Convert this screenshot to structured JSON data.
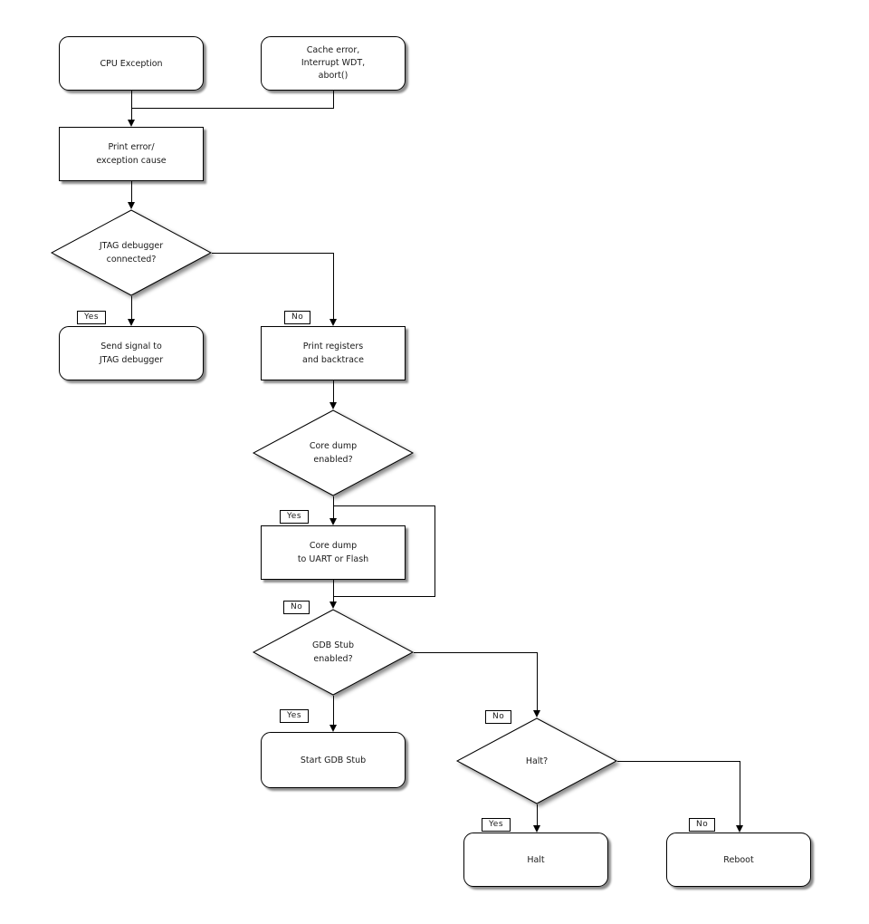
{
  "diagram": {
    "kind": "flowchart",
    "background": "#ffffff",
    "colors": {
      "node_fill": "#ffffff",
      "node_border": "#000000",
      "edge_line": "#000000",
      "text": "#1a1a1a",
      "shadow": "rgba(0,0,0,0.45)"
    },
    "labels": {
      "yes": "Yes",
      "no": "No"
    },
    "nodes": {
      "cpu_exception": {
        "shape": "rounded-rect",
        "lines": [
          "CPU Exception"
        ]
      },
      "cache_error": {
        "shape": "rounded-rect",
        "lines": [
          "Cache error,",
          "Interrupt WDT,",
          "abort()"
        ]
      },
      "print_error": {
        "shape": "rect",
        "lines": [
          "Print error/",
          "exception cause"
        ]
      },
      "jtag_connected": {
        "shape": "diamond",
        "lines": [
          "JTAG debugger",
          "connected?"
        ]
      },
      "send_signal": {
        "shape": "rounded-rect",
        "lines": [
          "Send signal to",
          "JTAG debugger"
        ]
      },
      "print_registers": {
        "shape": "rect",
        "lines": [
          "Print registers",
          "and backtrace"
        ]
      },
      "core_dump_enabled": {
        "shape": "diamond",
        "lines": [
          "Core dump",
          "enabled?"
        ]
      },
      "core_dump_write": {
        "shape": "rect",
        "lines": [
          "Core dump",
          "to UART or Flash"
        ]
      },
      "gdb_stub_enabled": {
        "shape": "diamond",
        "lines": [
          "GDB Stub",
          "enabled?"
        ]
      },
      "start_gdb_stub": {
        "shape": "rounded-rect",
        "lines": [
          "Start GDB Stub"
        ]
      },
      "halt_question": {
        "shape": "diamond",
        "lines": [
          "Halt?"
        ]
      },
      "halt": {
        "shape": "rounded-rect",
        "lines": [
          "Halt"
        ]
      },
      "reboot": {
        "shape": "rounded-rect",
        "lines": [
          "Reboot"
        ]
      }
    },
    "edges": [
      {
        "from": "cpu_exception",
        "to": "print_error",
        "label": ""
      },
      {
        "from": "cache_error",
        "to": "print_error",
        "label": ""
      },
      {
        "from": "print_error",
        "to": "jtag_connected",
        "label": ""
      },
      {
        "from": "jtag_connected",
        "to": "send_signal",
        "label": "Yes"
      },
      {
        "from": "jtag_connected",
        "to": "print_registers",
        "label": "No"
      },
      {
        "from": "print_registers",
        "to": "core_dump_enabled",
        "label": ""
      },
      {
        "from": "core_dump_enabled",
        "to": "core_dump_write",
        "label": "Yes"
      },
      {
        "from": "core_dump_enabled",
        "to": "gdb_stub_enabled",
        "label": "No"
      },
      {
        "from": "core_dump_write",
        "to": "gdb_stub_enabled",
        "label": ""
      },
      {
        "from": "gdb_stub_enabled",
        "to": "start_gdb_stub",
        "label": "Yes"
      },
      {
        "from": "gdb_stub_enabled",
        "to": "halt_question",
        "label": "No"
      },
      {
        "from": "halt_question",
        "to": "halt",
        "label": "Yes"
      },
      {
        "from": "halt_question",
        "to": "reboot",
        "label": "No"
      }
    ]
  }
}
